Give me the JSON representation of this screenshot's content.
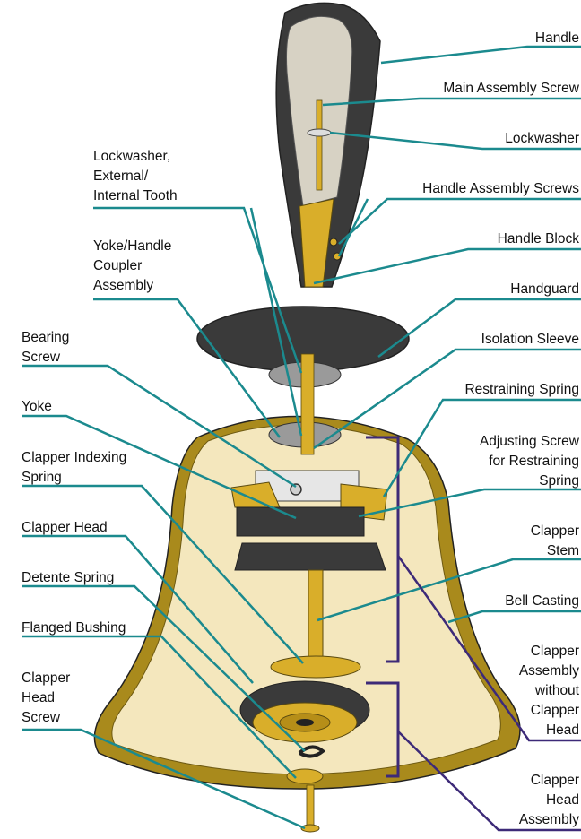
{
  "colors": {
    "leader_teal": "#1b8a8e",
    "bracket_purple": "#3d2a78",
    "brass": "#d9ae2a",
    "bell_interior": "#f4e7bd",
    "bell_rim": "#a98a1c",
    "dark_parts": "#3a3a3a",
    "handle_inner": "#d7d2c4"
  },
  "labels_right": {
    "handle": [
      "Handle"
    ],
    "main_assembly_screw": [
      "Main Assembly Screw"
    ],
    "lockwasher": [
      "Lockwasher"
    ],
    "handle_assembly_screws": [
      "Handle Assembly Screws"
    ],
    "handle_block": [
      "Handle Block"
    ],
    "handguard": [
      "Handguard"
    ],
    "isolation_sleeve": [
      "Isolation Sleeve"
    ],
    "restraining_spring": [
      "Restraining Spring"
    ],
    "adjusting_screw": [
      "Adjusting Screw",
      "for Restraining",
      "Spring"
    ],
    "clapper_stem": [
      "Clapper",
      "Stem"
    ],
    "bell_casting": [
      "Bell Casting"
    ],
    "clapper_assembly_without_head": [
      "Clapper",
      "Assembly",
      "without",
      "Clapper",
      "Head"
    ],
    "clapper_head_assembly": [
      "Clapper",
      "Head",
      "Assembly"
    ]
  },
  "labels_left": {
    "lockwasher_tooth": [
      "Lockwasher,",
      "External/",
      "Internal Tooth"
    ],
    "yoke_handle_coupler": [
      "Yoke/Handle",
      "Coupler",
      "Assembly"
    ],
    "bearing_screw": [
      "Bearing",
      "Screw"
    ],
    "yoke": [
      "Yoke"
    ],
    "clapper_indexing_spring": [
      "Clapper Indexing",
      "Spring"
    ],
    "clapper_head": [
      "Clapper Head"
    ],
    "detente_spring": [
      "Detente Spring"
    ],
    "flanged_bushing": [
      "Flanged Bushing"
    ],
    "clapper_head_screw": [
      "Clapper",
      "Head",
      "Screw"
    ]
  }
}
